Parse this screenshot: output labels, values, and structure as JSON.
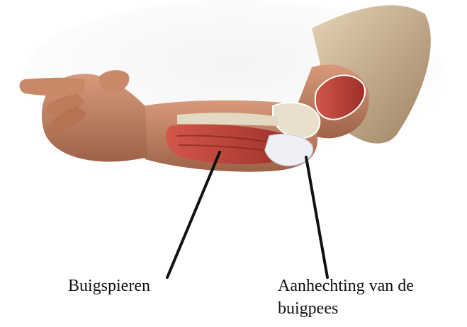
{
  "labels": {
    "flexor_muscles": "Buigspieren",
    "tendon_attachment_line1": "Aanhechting van de",
    "tendon_attachment_line2": "buigpees"
  },
  "colors": {
    "skin": "#c9896a",
    "skin_shadow": "#a66a4e",
    "muscle": "#c0453a",
    "muscle_dark": "#8e2a22",
    "bone": "#e8e0cc",
    "tendon": "#eef0f6",
    "sleeve": "#d9c4a6",
    "sleeve_shadow": "#a88f6e",
    "leader_line": "#111111"
  }
}
